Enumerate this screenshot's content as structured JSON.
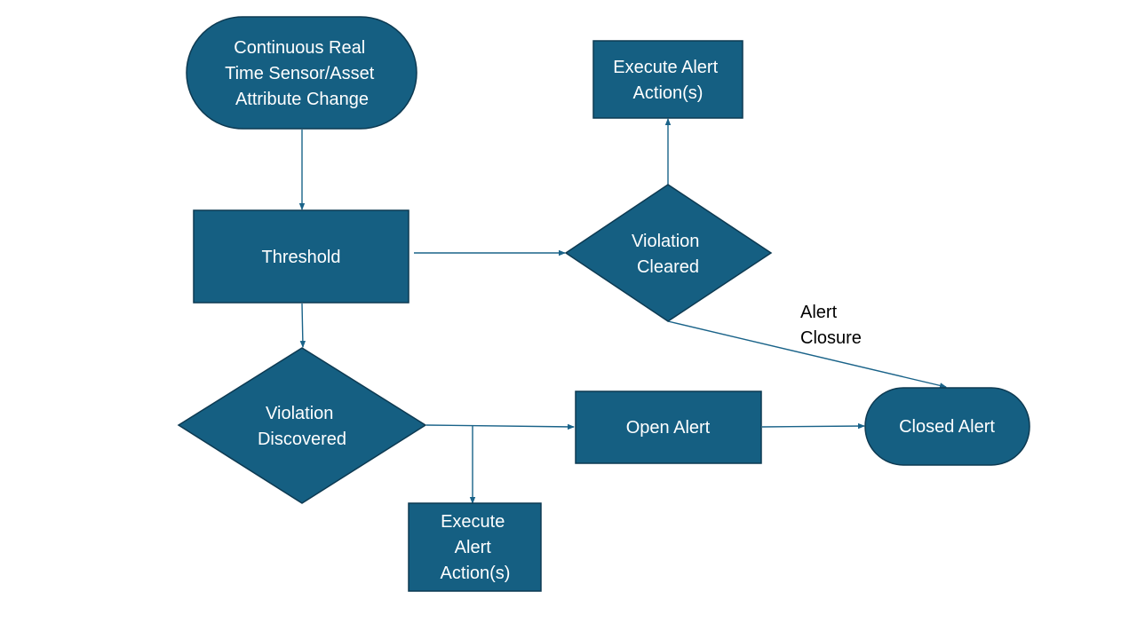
{
  "nodes": {
    "sensor_change": {
      "lines": [
        "Continuous Real",
        "Time Sensor/Asset",
        "Attribute Change"
      ]
    },
    "threshold": {
      "lines": [
        "Threshold"
      ]
    },
    "violation_cleared": {
      "lines": [
        "Violation",
        "Cleared"
      ]
    },
    "execute_alert_top": {
      "lines": [
        "Execute Alert",
        "Action(s)"
      ]
    },
    "violation_discovered": {
      "lines": [
        "Violation",
        "Discovered"
      ]
    },
    "open_alert": {
      "lines": [
        "Open Alert"
      ]
    },
    "closed_alert": {
      "lines": [
        "Closed Alert"
      ]
    },
    "execute_alert_bottom": {
      "lines": [
        "Execute",
        "Alert",
        "Action(s)"
      ]
    }
  },
  "edge_labels": {
    "alert_closure": {
      "lines": [
        "Alert",
        "Closure"
      ]
    }
  },
  "colors": {
    "node_fill": "#155f82",
    "node_stroke": "#0d3a52",
    "connector": "#1a6389",
    "node_text": "#ffffff",
    "label_text": "#000000"
  }
}
